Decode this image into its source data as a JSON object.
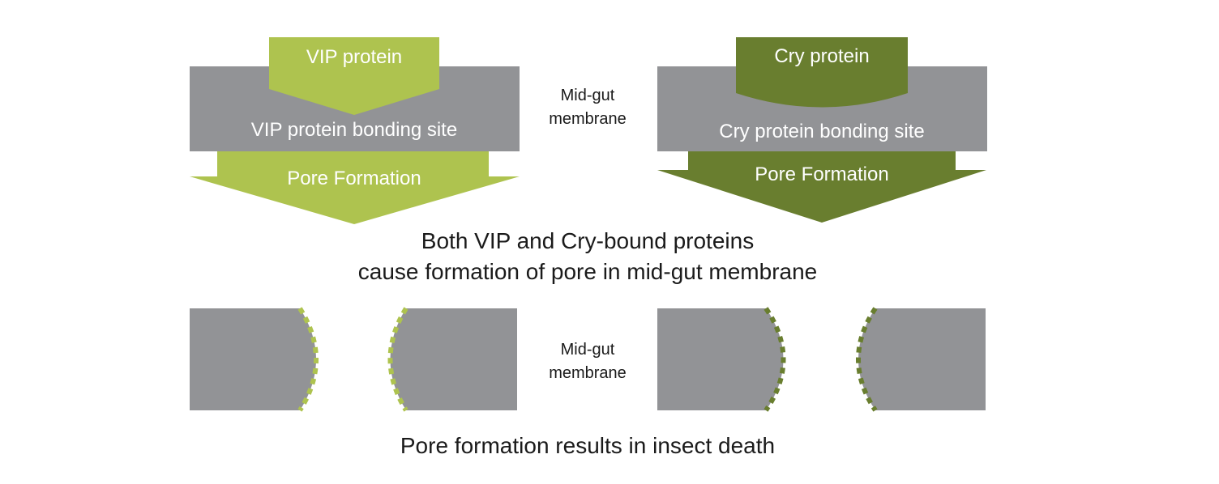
{
  "colors": {
    "vip_green": "#aec34f",
    "cry_green": "#697e2f",
    "membrane_gray": "#929396",
    "text_dark": "#1a1a1a",
    "text_light": "#ffffff"
  },
  "left_panel": {
    "protein_label": "VIP protein",
    "binding_site_label": "VIP protein bonding site",
    "pore_label": "Pore Formation"
  },
  "right_panel": {
    "protein_label": "Cry protein",
    "binding_site_label": "Cry protein bonding site",
    "pore_label": "Pore Formation"
  },
  "membrane_label_top": {
    "line1": "Mid-gut",
    "line2": "membrane"
  },
  "caption_middle": {
    "line1": "Both VIP and Cry-bound proteins",
    "line2": "cause formation of pore in mid-gut membrane"
  },
  "membrane_label_bottom": {
    "line1": "Mid-gut",
    "line2": "membrane"
  },
  "caption_bottom": "Pore formation results in insect death"
}
